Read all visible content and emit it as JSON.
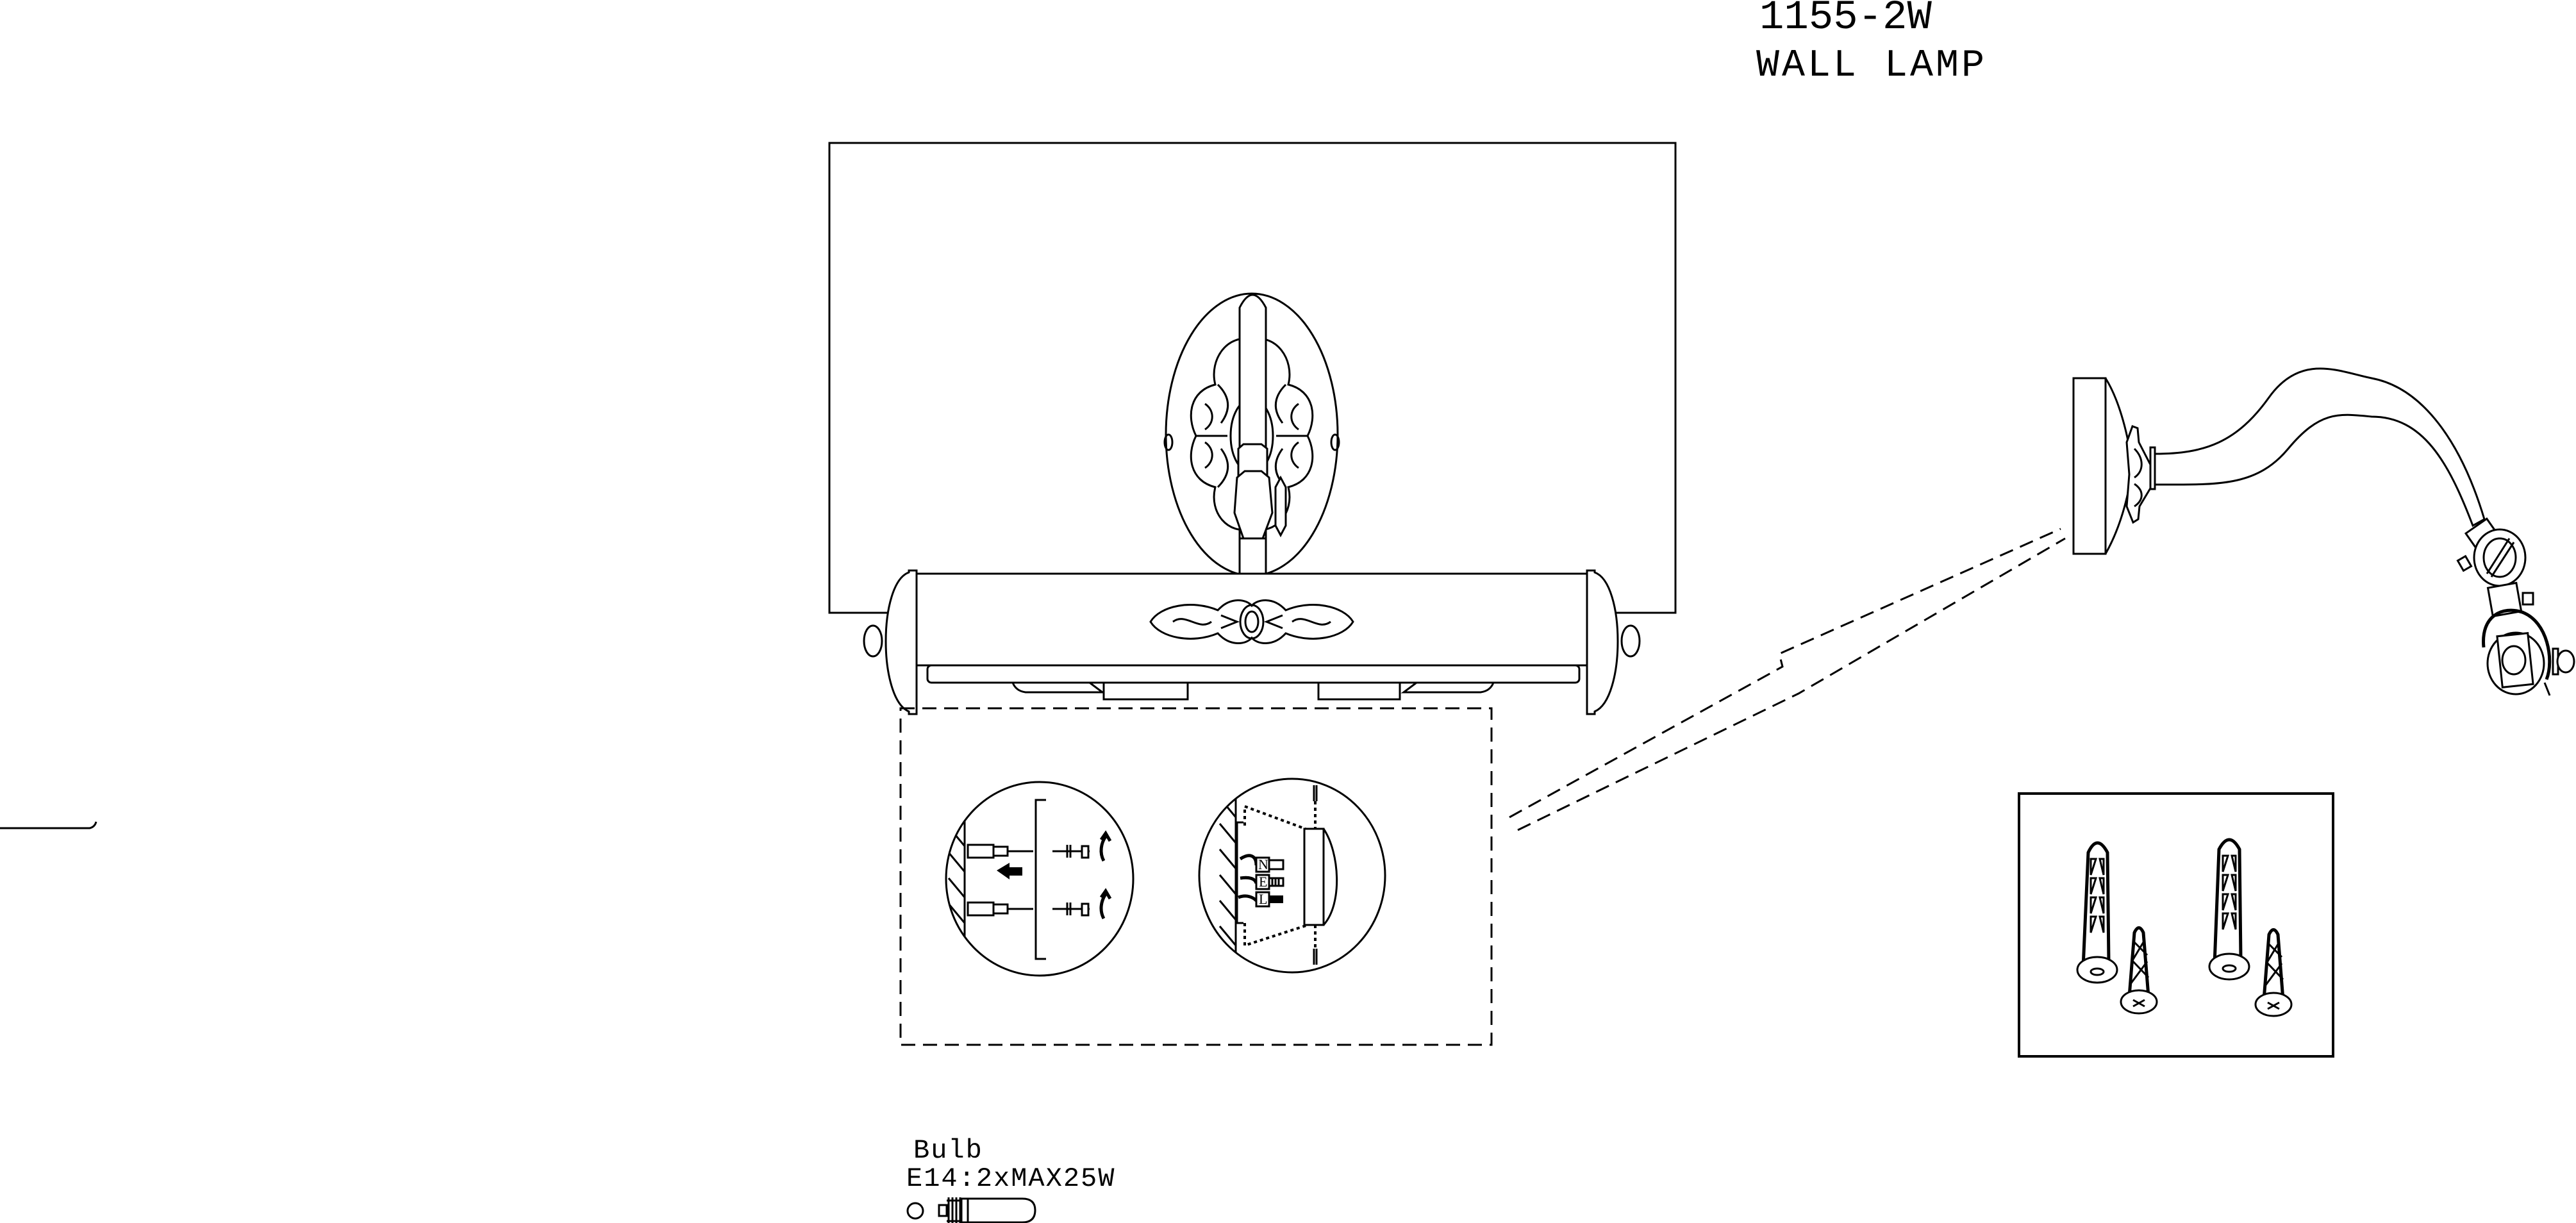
{
  "header": {
    "model_number": "1155-2W",
    "product_type": "WALL  LAMP"
  },
  "bulb_spec": {
    "label": "Bulb",
    "value": "E14:2xMAX25W"
  },
  "wiring_terminals": [
    "N",
    "E",
    "L"
  ],
  "colors": {
    "line": "#000000",
    "background": "#ffffff"
  }
}
